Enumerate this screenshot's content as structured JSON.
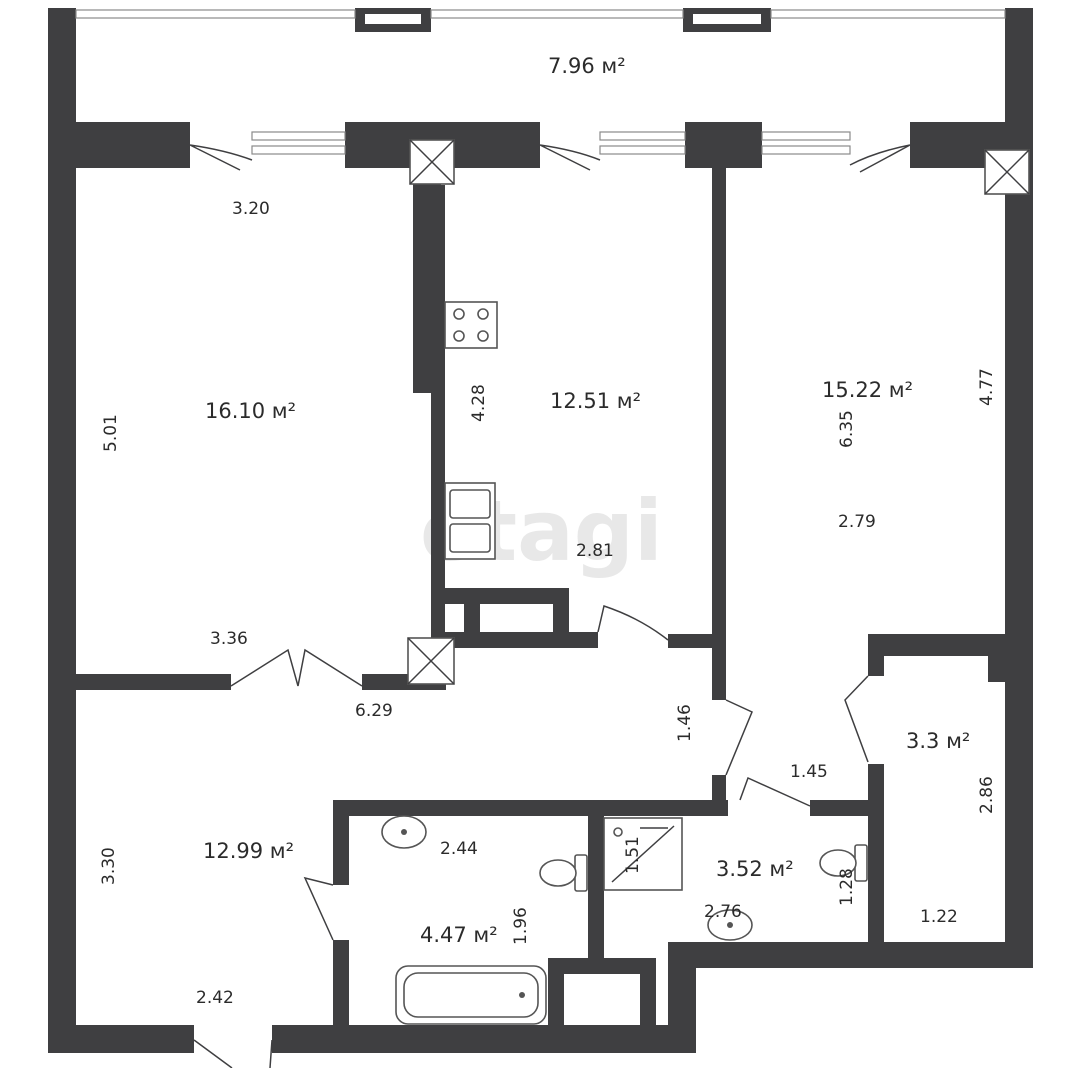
{
  "watermark": "etagi",
  "rooms": {
    "balcony": {
      "area": "7.96 м²"
    },
    "bedroom_left": {
      "area": "16.10 м²",
      "dims": [
        "3.20",
        "5.01",
        "3.36"
      ]
    },
    "kitchen": {
      "area": "12.51 м²",
      "dims": [
        "4.28",
        "2.81"
      ]
    },
    "bedroom_right": {
      "area": "15.22 м²",
      "dims": [
        "6.35",
        "4.77",
        "2.79"
      ]
    },
    "hall": {
      "area": "12.99 м²",
      "dims": [
        "6.29",
        "1.46",
        "3.30",
        "2.42",
        "1.45"
      ]
    },
    "closet": {
      "area": "3.3 м²",
      "dims": [
        "2.86",
        "1.22"
      ]
    },
    "bathroom": {
      "area": "4.47 м²",
      "dims": [
        "2.44",
        "1.96"
      ]
    },
    "toilet": {
      "area": "3.52 м²",
      "dims": [
        "1.51",
        "2.76",
        "1.28"
      ]
    }
  }
}
